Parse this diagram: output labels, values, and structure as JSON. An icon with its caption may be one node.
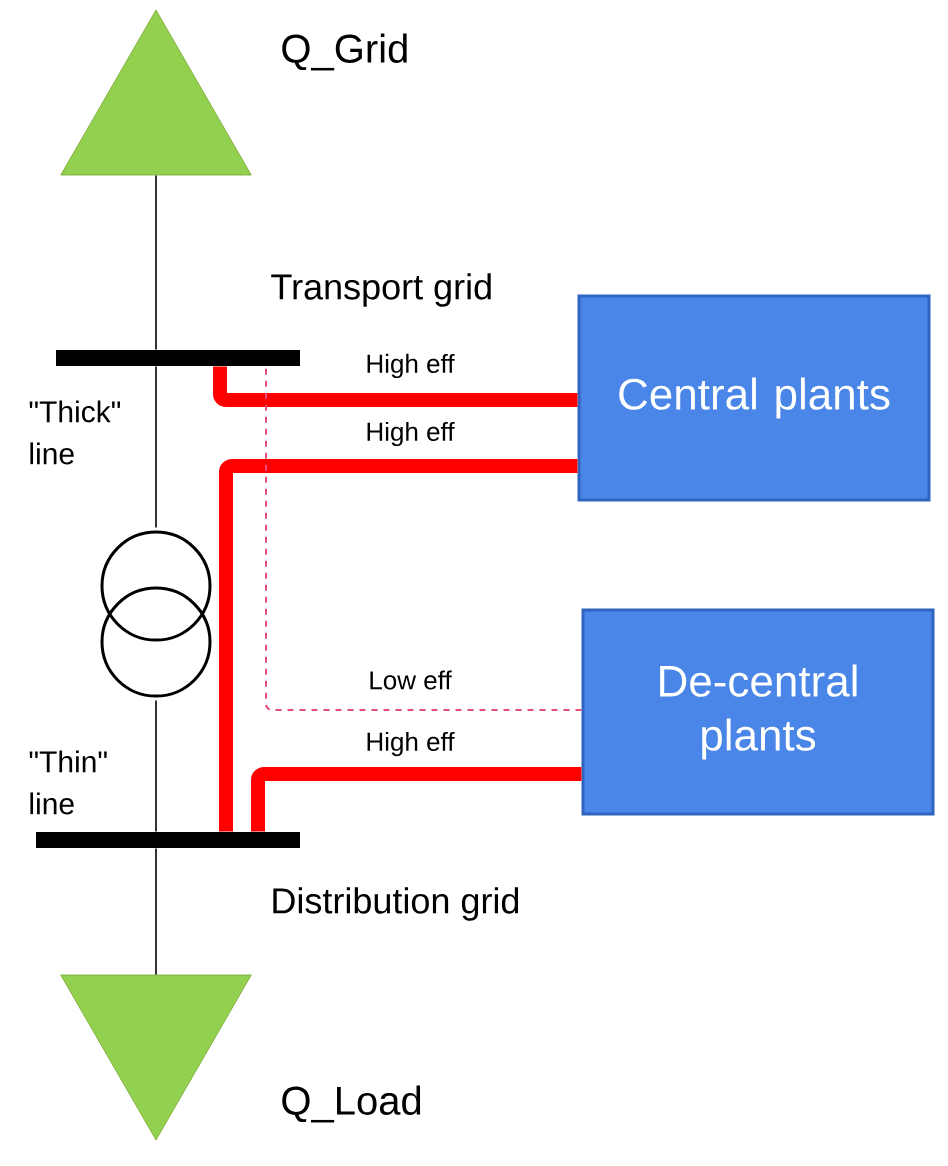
{
  "diagram": {
    "nodes": [
      {
        "text": [],
        "shape": "triangle",
        "beside": [
          "Q_Grid"
        ]
      },
      {
        "text": [],
        "shape": "bar",
        "beside": [
          "Transport grid"
        ]
      },
      {
        "text": [],
        "shape": "circle"
      },
      {
        "text": [],
        "shape": "bar",
        "beside": [
          "Distribution grid"
        ]
      },
      {
        "text": [],
        "shape": "triangle",
        "beside": [
          "Q_Load"
        ]
      },
      {
        "text": [
          "Central plants"
        ]
      },
      {
        "text": [
          "De-central plants"
        ]
      }
    ],
    "edges": [
      {
        "from": 0,
        "to": 1,
        "arrow": "none"
      },
      {
        "from": 1,
        "to": 2,
        "arrow": "none"
      },
      {
        "from": 2,
        "to": 3,
        "arrow": "none"
      },
      {
        "from": 3,
        "to": 4,
        "arrow": "none"
      },
      {
        "from": 5,
        "to": 1,
        "arrow": "none",
        "label": "High eff",
        "style": "thick",
        "color": "#ff0000"
      },
      {
        "from": 5,
        "to": 3,
        "arrow": "none",
        "label": "High eff",
        "style": "thick",
        "color": "#ff0000"
      },
      {
        "from": 6,
        "to": 1,
        "arrow": "none",
        "label": "Low eff",
        "style": "dashed",
        "color": "#e0507a"
      },
      {
        "from": 6,
        "to": 3,
        "arrow": "none",
        "label": "High eff",
        "style": "thick",
        "color": "#ff0000"
      }
    ],
    "labels": [
      "\"Thick\" line",
      "\"Thin\" line"
    ]
  }
}
